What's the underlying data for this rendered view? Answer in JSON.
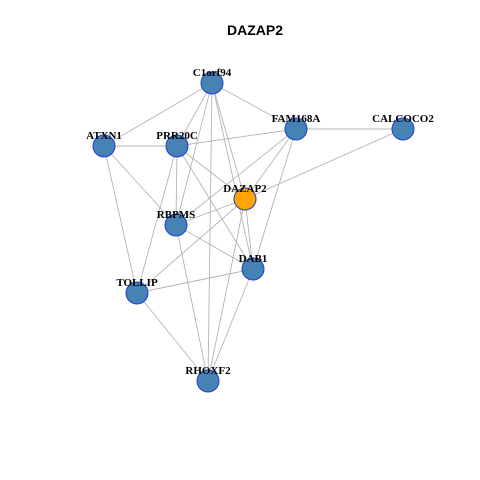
{
  "title": "DAZAP2",
  "colors": {
    "node_fill": "#4682b4",
    "focus_fill": "#ffa500",
    "node_stroke": "#1f3fcf",
    "edge": "#b4b4b4",
    "background": "#ffffff"
  },
  "nodes": [
    {
      "id": "C1orf94",
      "label": "C1orf94",
      "focus": false
    },
    {
      "id": "FAM168A",
      "label": "FAM168A",
      "focus": false
    },
    {
      "id": "CALCOCO2",
      "label": "CALCOCO2",
      "focus": false
    },
    {
      "id": "ATXN1",
      "label": "ATXN1",
      "focus": false
    },
    {
      "id": "PRR20C",
      "label": "PRR20C",
      "focus": false
    },
    {
      "id": "DAZAP2",
      "label": "DAZAP2",
      "focus": true
    },
    {
      "id": "RBPMS",
      "label": "RBPMS",
      "focus": false
    },
    {
      "id": "DAB1",
      "label": "DAB1",
      "focus": false
    },
    {
      "id": "TOLLIP",
      "label": "TOLLIP",
      "focus": false
    },
    {
      "id": "RHOXF2",
      "label": "RHOXF2",
      "focus": false
    }
  ],
  "edges": [
    [
      "C1orf94",
      "FAM168A"
    ],
    [
      "C1orf94",
      "ATXN1"
    ],
    [
      "C1orf94",
      "PRR20C"
    ],
    [
      "C1orf94",
      "DAZAP2"
    ],
    [
      "C1orf94",
      "RBPMS"
    ],
    [
      "C1orf94",
      "DAB1"
    ],
    [
      "C1orf94",
      "RHOXF2"
    ],
    [
      "FAM168A",
      "CALCOCO2"
    ],
    [
      "FAM168A",
      "PRR20C"
    ],
    [
      "FAM168A",
      "DAZAP2"
    ],
    [
      "FAM168A",
      "RBPMS"
    ],
    [
      "FAM168A",
      "DAB1"
    ],
    [
      "CALCOCO2",
      "DAZAP2"
    ],
    [
      "ATXN1",
      "PRR20C"
    ],
    [
      "ATXN1",
      "RBPMS"
    ],
    [
      "ATXN1",
      "TOLLIP"
    ],
    [
      "PRR20C",
      "DAZAP2"
    ],
    [
      "PRR20C",
      "RBPMS"
    ],
    [
      "PRR20C",
      "DAB1"
    ],
    [
      "PRR20C",
      "TOLLIP"
    ],
    [
      "DAZAP2",
      "RBPMS"
    ],
    [
      "DAZAP2",
      "DAB1"
    ],
    [
      "DAZAP2",
      "TOLLIP"
    ],
    [
      "DAZAP2",
      "RHOXF2"
    ],
    [
      "RBPMS",
      "DAB1"
    ],
    [
      "RBPMS",
      "RHOXF2"
    ],
    [
      "DAB1",
      "TOLLIP"
    ],
    [
      "DAB1",
      "RHOXF2"
    ],
    [
      "TOLLIP",
      "RHOXF2"
    ]
  ]
}
